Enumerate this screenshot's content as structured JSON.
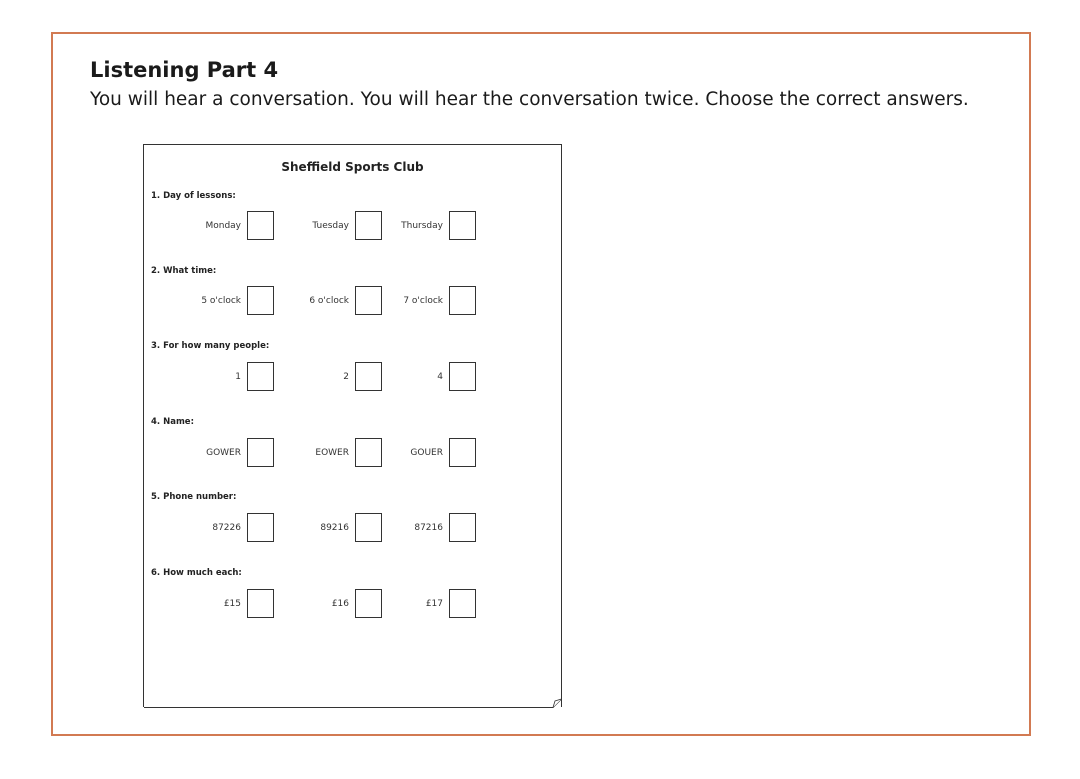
{
  "heading": "Listening Part 4",
  "instructions": "You will hear a conversation. You will hear the conversation twice. Choose the correct answers.",
  "sheet": {
    "title": "Sheffield Sports Club",
    "questions": [
      {
        "label": "1. Day of lessons:",
        "options": [
          "Monday",
          "Tuesday",
          "Thursday"
        ]
      },
      {
        "label": "2. What time:",
        "options": [
          "5 o'clock",
          "6 o'clock",
          "7 o'clock"
        ]
      },
      {
        "label": "3. For how many people:",
        "options": [
          "1",
          "2",
          "4"
        ]
      },
      {
        "label": "4. Name:",
        "options": [
          "GOWER",
          "EOWER",
          "GOUER"
        ]
      },
      {
        "label": "5. Phone number:",
        "options": [
          "87226",
          "89216",
          "87216"
        ]
      },
      {
        "label": "6. How much each:",
        "options": [
          "£15",
          "£16",
          "£17"
        ]
      }
    ]
  }
}
